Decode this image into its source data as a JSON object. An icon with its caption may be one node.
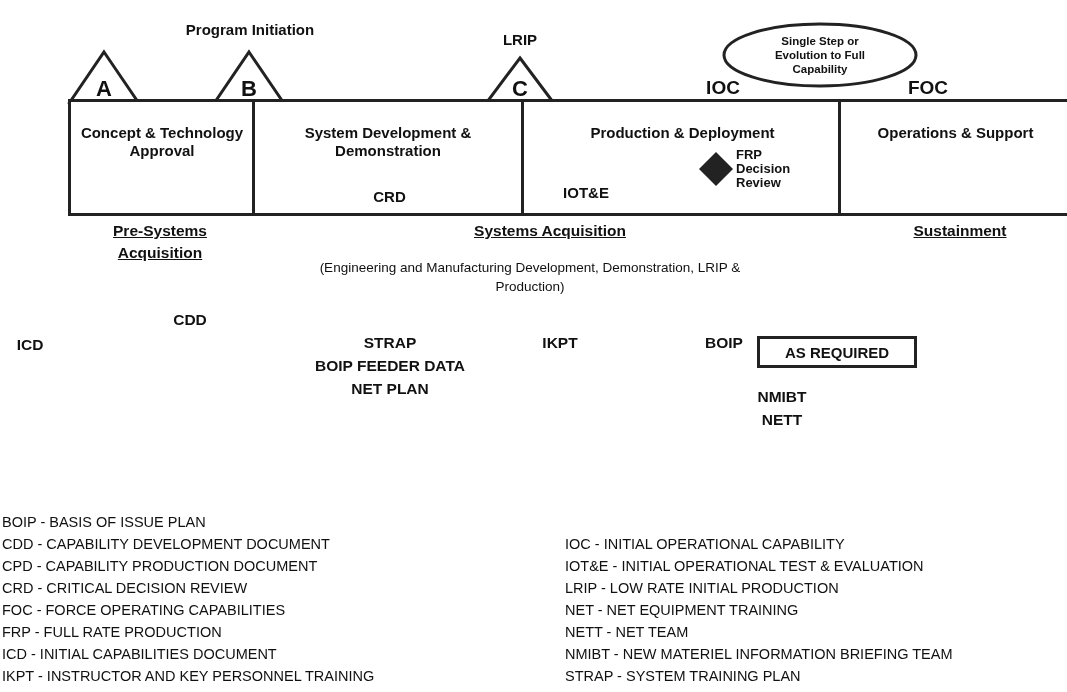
{
  "diagram": {
    "nodes": [
      {
        "text": [
          "A"
        ]
      },
      {
        "text": [
          "B"
        ],
        "beside": [
          "Program Initiation"
        ]
      },
      {
        "text": [
          "C"
        ],
        "beside": [
          "LRIP"
        ]
      },
      {
        "text": [
          "Concept & Technology Approval"
        ]
      },
      {
        "text": [
          "System Development & Demonstration",
          "CRD"
        ]
      },
      {
        "text": [
          "Production & Deployment",
          "IOT&E"
        ]
      },
      {
        "text": [],
        "shape": "diamond",
        "in": 5,
        "beside": [
          "FRP Decision Review"
        ]
      },
      {
        "text": [
          "Operations & Support"
        ]
      },
      {
        "text": [
          "Single Step or Evolution to Full Capability"
        ]
      },
      {
        "text": [
          "AS REQUIRED"
        ]
      }
    ],
    "edges": [],
    "labels": [
      "IOC",
      "FOC",
      "Pre-Systems Acquisition",
      "Systems Acquisition",
      "(Engineering and Manufacturing Development, Demonstration, LRIP & Production)",
      "Sustainment",
      "CDD",
      "ICD",
      "STRAP",
      "BOIP FEEDER DATA",
      "NET PLAN",
      "IKPT",
      "BOIP",
      "NMIBT",
      "NETT",
      "BOIP - BASIS OF ISSUE PLAN",
      "CDD - CAPABILITY DEVELOPMENT DOCUMENT",
      "CPD - CAPABILITY PRODUCTION DOCUMENT",
      "CRD - CRITICAL DECISION REVIEW",
      "FOC - FORCE OPERATING CAPABILITIES",
      "FRP - FULL RATE PRODUCTION",
      "ICD - INITIAL CAPABILITIES DOCUMENT",
      "IKPT - INSTRUCTOR AND KEY PERSONNEL TRAINING",
      "IOC - INITIAL OPERATIONAL CAPABILITY",
      "IOT&E - INITIAL OPERATIONAL TEST & EVALUATION",
      "LRIP - LOW RATE INITIAL PRODUCTION",
      "NET - NET EQUIPMENT TRAINING",
      "NETT - NET TEAM",
      "NMIBT - NEW MATERIEL INFORMATION BRIEFING TEAM",
      "STRAP - SYSTEM TRAINING PLAN"
    ]
  }
}
